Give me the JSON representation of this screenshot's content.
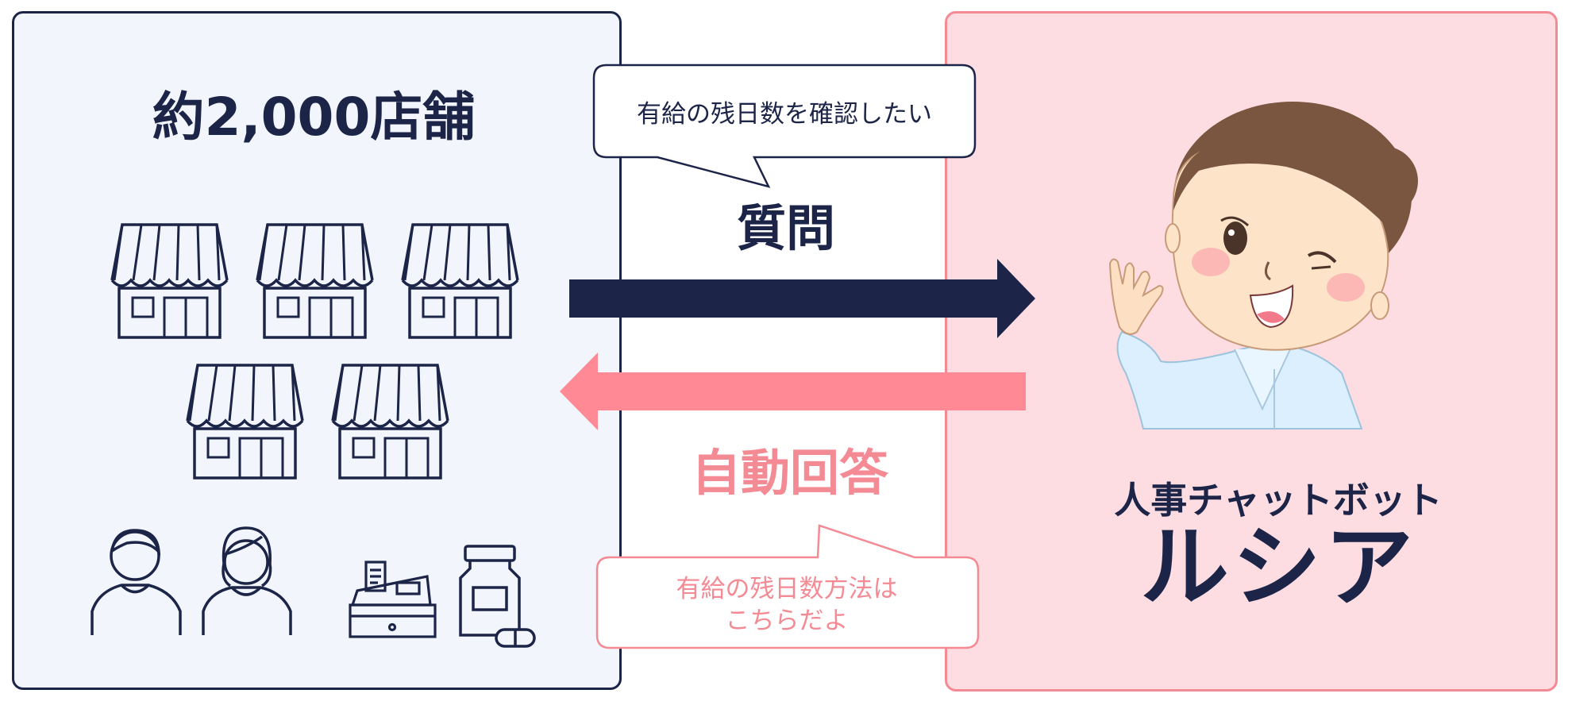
{
  "stores": {
    "title": "約2,000店舗"
  },
  "question": {
    "bubble_text": "有給の残日数を確認したい",
    "label": "質問"
  },
  "answer": {
    "label": "自動回答",
    "bubble_line1": "有給の残日数方法は",
    "bubble_line2": "こちらだよ"
  },
  "bot": {
    "subtitle": "人事チャットボット",
    "name": "ルシア"
  },
  "colors": {
    "navy": "#1c2548",
    "pink": "#f48a94",
    "arrow_pink": "#ff8a95",
    "left_bg": "#f2f6fc",
    "right_bg": "#fddde2"
  },
  "icons": [
    "store-icon",
    "man-icon",
    "woman-icon",
    "cash-register-icon",
    "medicine-bottle-icon",
    "pill-icon"
  ]
}
